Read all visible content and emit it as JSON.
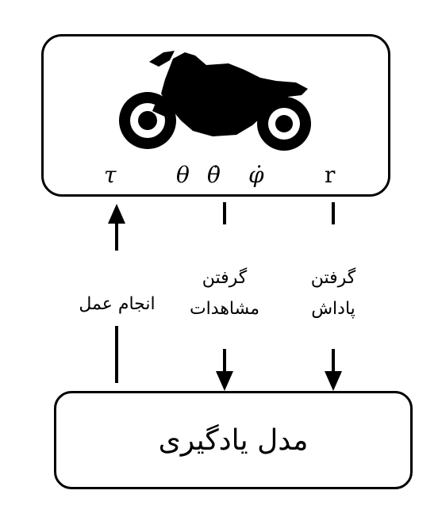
{
  "environment": {
    "icon": "motorcycle-icon",
    "symbols": {
      "action": "τ",
      "theta": "θ",
      "theta_dot": "θ̇",
      "phi_dot": "φ̇",
      "reward": "r"
    }
  },
  "edges": {
    "action_label": "انجام عمل",
    "observation_label_line1": "گرفتن",
    "observation_label_line2": "مشاهدات",
    "reward_label_line1": "گرفتن",
    "reward_label_line2": "پاداش"
  },
  "model": {
    "label": "مدل یادگیری"
  }
}
